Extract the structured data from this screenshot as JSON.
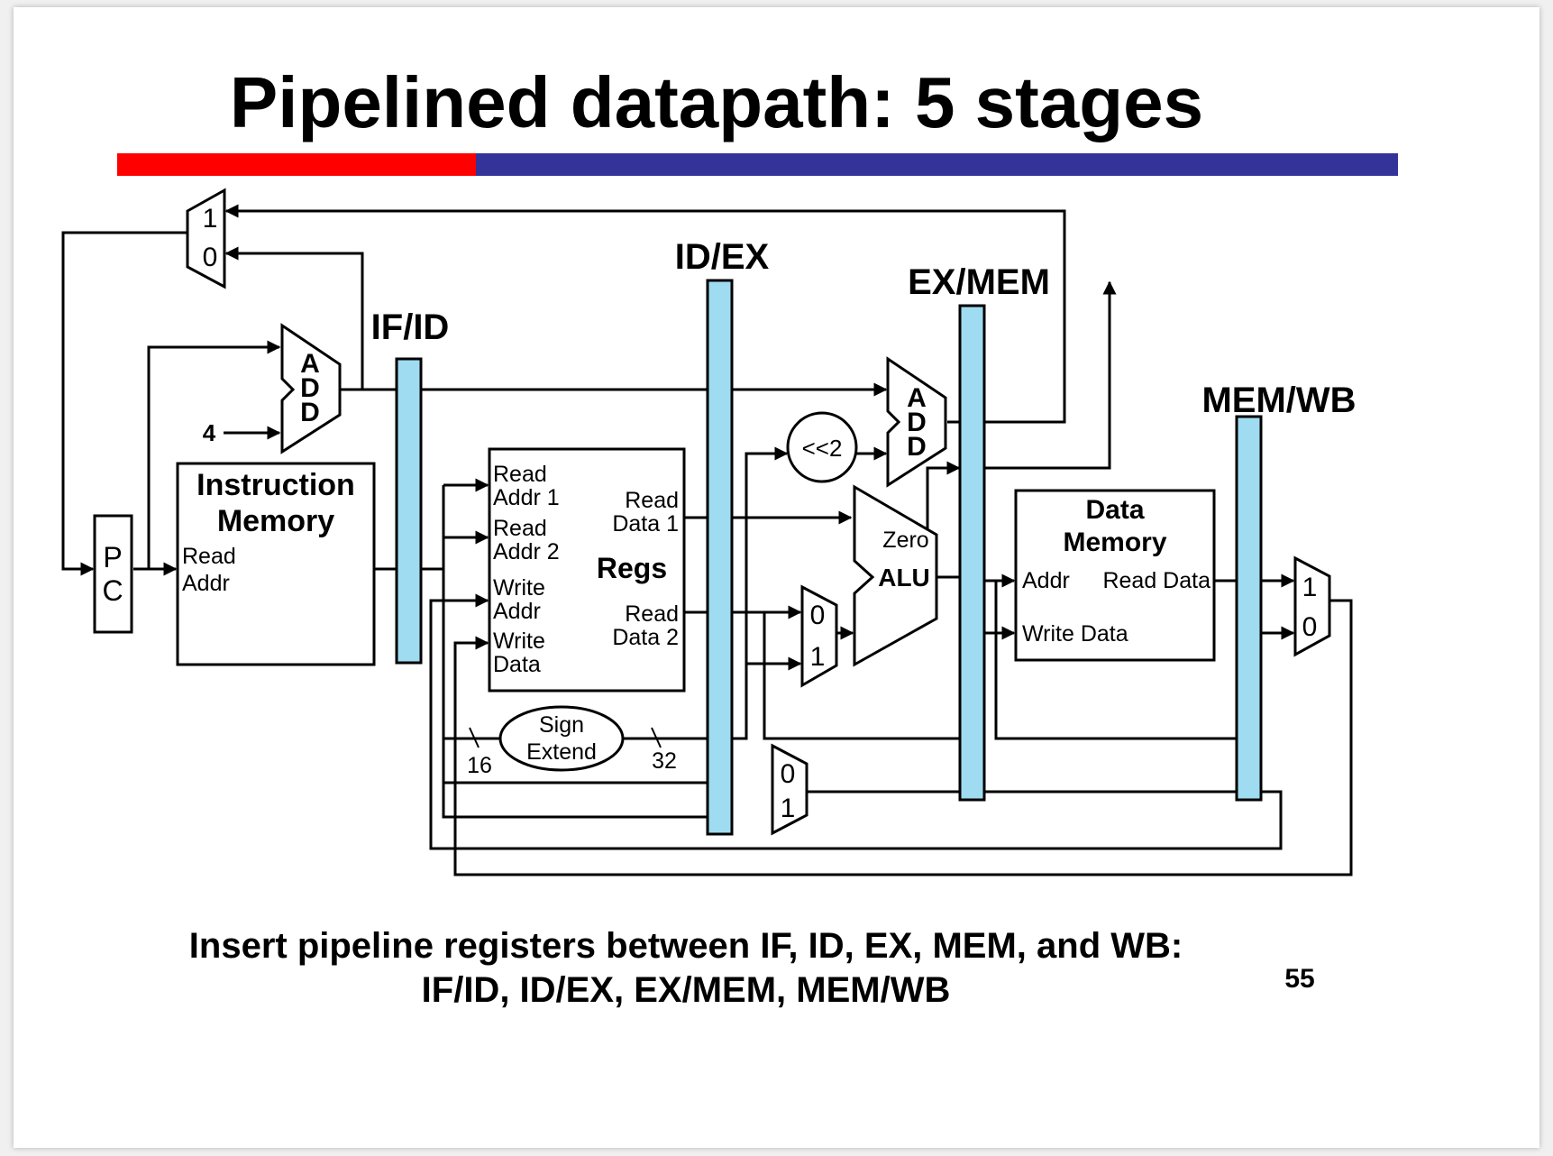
{
  "title": "Pipelined datapath: 5 stages",
  "title_bar": {
    "left_color": "#ff0000",
    "right_color": "#333399"
  },
  "pipeline_registers": {
    "if_id": "IF/ID",
    "id_ex": "ID/EX",
    "ex_mem": "EX/MEM",
    "mem_wb": "MEM/WB",
    "color": "#9fdcf2"
  },
  "pc": {
    "line1": "P",
    "line2": "C"
  },
  "instruction_memory": {
    "title_line1": "Instruction",
    "title_line2": "Memory",
    "port1": "Read",
    "port2": "Addr"
  },
  "adder_pc": {
    "letters": [
      "A",
      "D",
      "D"
    ],
    "const": "4"
  },
  "adder_branch": {
    "letters": [
      "A",
      "D",
      "D"
    ]
  },
  "pc_mux": {
    "in1": "1",
    "in0": "0"
  },
  "regs": {
    "title": "Regs",
    "read_addr1_l1": "Read",
    "read_addr1_l2": "Addr  1",
    "read_addr2_l1": "Read",
    "read_addr2_l2": "Addr  2",
    "write_addr_l1": "Write",
    "write_addr_l2": "Addr",
    "write_data_l1": "Write",
    "write_data_l2": "Data",
    "read_data1_l1": "Read",
    "read_data1_l2": "Data 1",
    "read_data2_l1": "Read",
    "read_data2_l2": "Data 2"
  },
  "shift": {
    "label": "<<2"
  },
  "alu": {
    "label": "ALU",
    "zero": "Zero"
  },
  "alu_mux": {
    "in0": "0",
    "in1": "1"
  },
  "dest_mux": {
    "in0": "0",
    "in1": "1"
  },
  "wb_mux": {
    "in1": "1",
    "in0": "0"
  },
  "sign_extend": {
    "line1": "Sign",
    "line2": "Extend",
    "in_width": "16",
    "out_width": "32"
  },
  "data_memory": {
    "title_line1": "Data",
    "title_line2": "Memory",
    "addr": "Addr",
    "read_data": "Read Data",
    "write_data": "Write Data"
  },
  "caption": {
    "line1": "Insert pipeline registers between IF, ID, EX, MEM, and WB:",
    "line2": "IF/ID, ID/EX, EX/MEM, MEM/WB"
  },
  "page_number": "55"
}
